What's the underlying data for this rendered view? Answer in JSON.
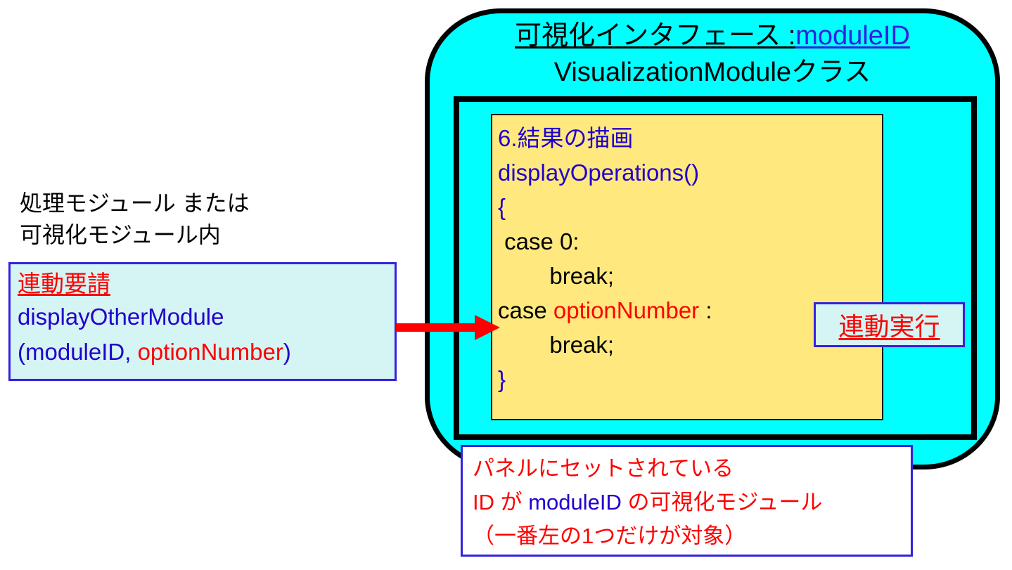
{
  "module": {
    "title_prefix": "可視化インタフェース :",
    "title_id": "moduleID",
    "subtitle": "VisualizationModuleクラス"
  },
  "code": {
    "line1": "6.結果の描画",
    "line2": "displayOperations()",
    "line3": "{",
    "line4": " case 0:",
    "line5": "        break;",
    "line6_prefix": "case ",
    "line6_var": "optionNumber",
    "line6_suffix": " :",
    "line7": "        break;",
    "line8": "}"
  },
  "badge": {
    "exec_label": "連動実行"
  },
  "left": {
    "caption_line1": "処理モジュール または",
    "caption_line2": "可視化モジュール内",
    "request_label": "連動要請",
    "method_name": "displayOtherModule",
    "args_open": "(",
    "arg1": "moduleID",
    "arg_sep": ", ",
    "arg2": "optionNumber",
    "args_close": ")"
  },
  "note": {
    "line1": "パネルにセットされている",
    "line2_a": "ID が ",
    "line2_id": "moduleID",
    "line2_b": " の可視化モジュール",
    "line3": "（一番左の1つだけが対象）"
  },
  "colors": {
    "module_fill": "#00ffff",
    "code_fill": "#ffe97f",
    "box_fill": "#d5f4f4",
    "accent_blue": "#3322dd",
    "text_blue": "#2200cc",
    "accent_red": "#ff0000",
    "outline": "#000000",
    "page_bg": "#ffffff"
  }
}
